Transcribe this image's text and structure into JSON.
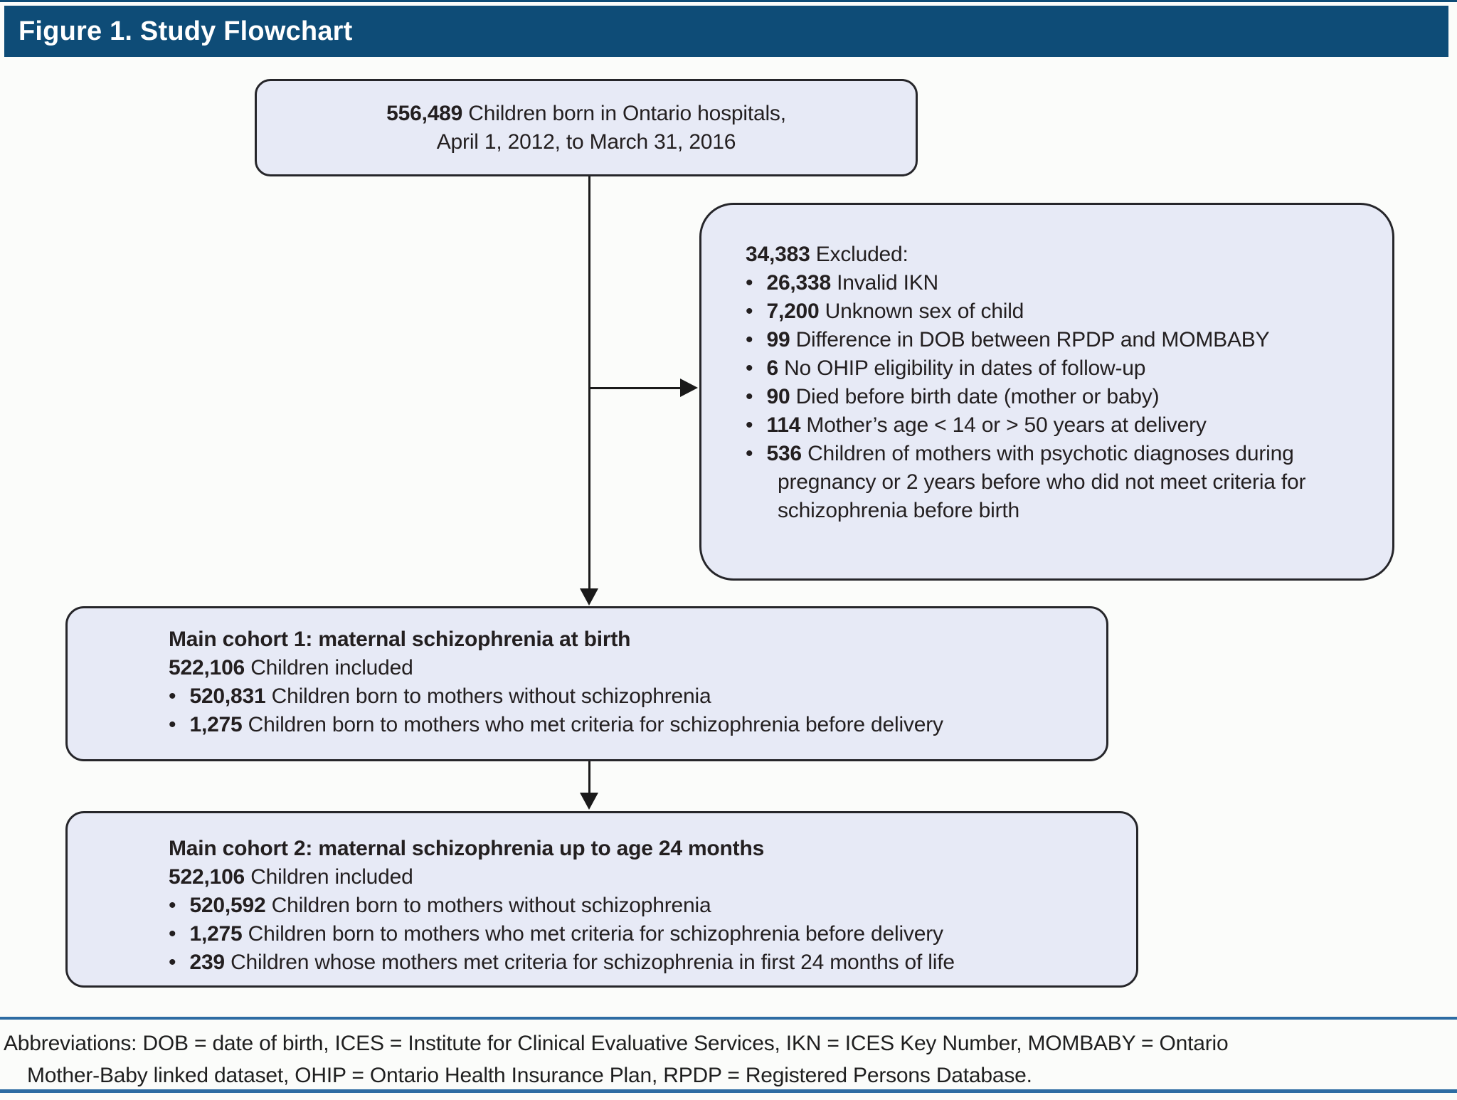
{
  "figure": {
    "title": "Figure 1. Study Flowchart"
  },
  "colors": {
    "header_bar": "#0e4c77",
    "box_fill": "#e7eaf6",
    "box_border": "#26262a",
    "footer_rule": "#2d6ca3",
    "text": "#231f20"
  },
  "flowchart": {
    "top_box": {
      "number": "556,489",
      "line1_rest": "Children born in Ontario hospitals,",
      "line2": "April 1, 2012, to March 31, 2016"
    },
    "excluded": {
      "header_number": "34,383",
      "header_rest": "Excluded:",
      "items": [
        {
          "number": "26,338",
          "text": "Invalid IKN"
        },
        {
          "number": "7,200",
          "text": "Unknown sex of child"
        },
        {
          "number": "99",
          "text": "Difference in DOB between RPDP and MOMBABY"
        },
        {
          "number": "6",
          "text": "No OHIP eligibility in dates of follow-up"
        },
        {
          "number": "90",
          "text": "Died before birth date (mother or baby)"
        },
        {
          "number": "114",
          "text": "Mother’s age < 14 or > 50 years at delivery"
        },
        {
          "number": "536",
          "text": "Children of mothers with psychotic diagnoses during pregnancy or 2 years before who did not meet criteria for schizophrenia before birth"
        }
      ]
    },
    "cohort1": {
      "title": "Main cohort 1: maternal schizophrenia at birth",
      "included_number": "522,106",
      "included_rest": "Children included",
      "items": [
        {
          "number": "520,831",
          "text": "Children born to mothers without schizophrenia"
        },
        {
          "number": "1,275",
          "text": "Children born to mothers who met criteria for schizophrenia before delivery"
        }
      ]
    },
    "cohort2": {
      "title": "Main cohort 2: maternal schizophrenia up to age 24 months",
      "included_number": "522,106",
      "included_rest": "Children included",
      "items": [
        {
          "number": "520,592",
          "text": "Children born to mothers without schizophrenia"
        },
        {
          "number": "1,275",
          "text": "Children born to mothers who met criteria for schizophrenia before delivery"
        },
        {
          "number": "239",
          "text": "Children whose mothers met criteria for schizophrenia in first 24 months of life"
        }
      ]
    }
  },
  "footer": {
    "abbreviations_line1": "Abbreviations: DOB = date of birth, ICES = Institute for Clinical Evaluative Services, IKN = ICES Key Number, MOMBABY = Ontario",
    "abbreviations_line2": "Mother-Baby linked dataset, OHIP = Ontario Health Insurance Plan, RPDP = Registered Persons Database."
  }
}
